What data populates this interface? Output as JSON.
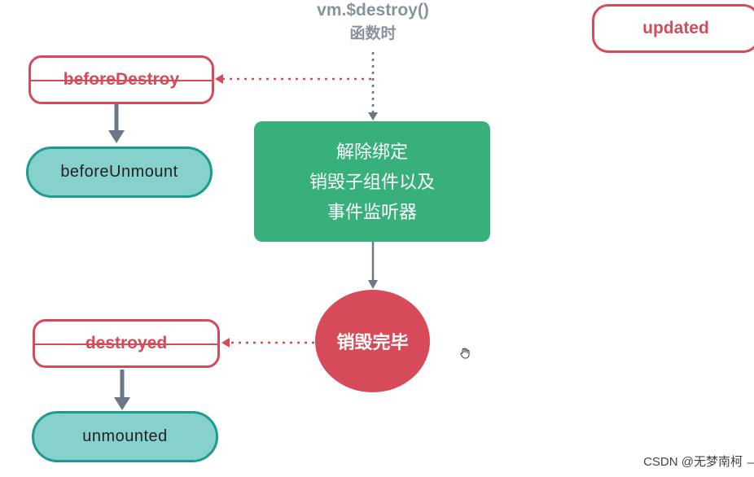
{
  "colors": {
    "hook_border": "#d64a59",
    "hook_text": "#d64a59",
    "pill_fill": "#86d1cb",
    "pill_border": "#1c9b8f",
    "process_fill": "#38b07b",
    "end_fill": "#d64a59",
    "arrow_gray": "#6b7686",
    "dotted": "#d64a59",
    "trigger_text": "#8a929d"
  },
  "trigger": {
    "line1": "vm.$destroy()",
    "line2": "函数时"
  },
  "hooks": {
    "updated": "updated",
    "before_destroy": "beforeDestroy",
    "destroyed": "destroyed"
  },
  "composition_hooks": {
    "before_unmount": "beforeUnmount",
    "unmounted": "unmounted"
  },
  "process": {
    "line1": "解除绑定",
    "line2": "销毁子组件以及",
    "line3": "事件监听器"
  },
  "end": {
    "label": "销毁完毕"
  },
  "cursor_icon": "hand-pointer-icon",
  "watermark": "CSDN @无梦南柯"
}
